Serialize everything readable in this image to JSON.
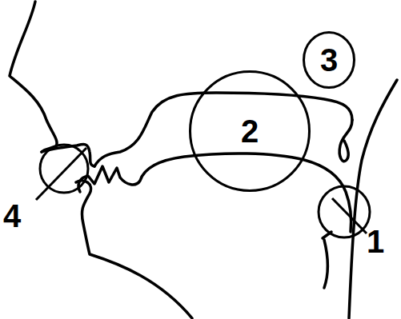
{
  "diagram": {
    "nodes": [
      {
        "text": [
          "3"
        ]
      },
      {
        "text": [
          "2"
        ]
      }
    ],
    "labels": [
      "4",
      "1"
    ]
  }
}
